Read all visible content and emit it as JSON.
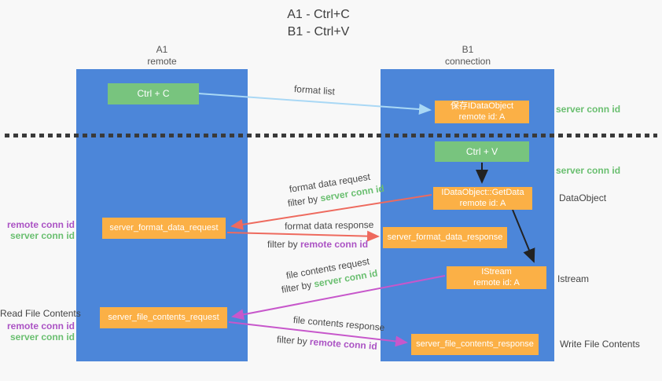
{
  "title": {
    "line1": "A1 - Ctrl+C",
    "line2": "B1 - Ctrl+V"
  },
  "columns": {
    "left": {
      "id": "A1",
      "label": "remote"
    },
    "right": {
      "id": "B1",
      "label": "connection"
    }
  },
  "nodes": {
    "ctrl_c": "Ctrl + C",
    "save_idataobject": {
      "line1": "保存IDataObject",
      "line2": "remote id: A"
    },
    "ctrl_v": "Ctrl + V",
    "getdata": {
      "line1": "IDataObject::GetData",
      "line2": "remote id: A"
    },
    "format_request": "server_format_data_request",
    "format_response": "server_format_data_response",
    "istream": {
      "line1": "IStream",
      "line2": "remote id: A"
    },
    "file_request": "server_file_contents_request",
    "file_response": "server_file_contents_response"
  },
  "edges": {
    "format_list": "format list",
    "format_data_request": "format data request",
    "format_data_response": "format data response",
    "file_contents_request": "file contents request",
    "file_contents_response": "file contents response",
    "filter_by": "filter by ",
    "server_conn_id": "server conn id",
    "remote_conn_id": "remote conn id"
  },
  "side": {
    "server_conn_id_top": "server conn id",
    "server_conn_id_mid": "server conn id",
    "dataobject": "DataObject",
    "istream": "Istream",
    "write_file_contents": "Write File Contents",
    "read_file_contents": "Read File Contents",
    "remote_conn_id": "remote conn id",
    "server_conn_id": "server conn id"
  },
  "colors": {
    "background": "#f8f8f8",
    "lane_blue": "#4c86d9",
    "box_orange": "#fbb046",
    "box_green": "#78c47e",
    "arrow_blue": "#a9d8f5",
    "arrow_red": "#ee6a5e",
    "arrow_magenta": "#c757cb",
    "arrow_black": "#222222",
    "text_green": "#6abf70",
    "text_purple": "#ab53c4",
    "text_dark": "#4a4a4a"
  }
}
